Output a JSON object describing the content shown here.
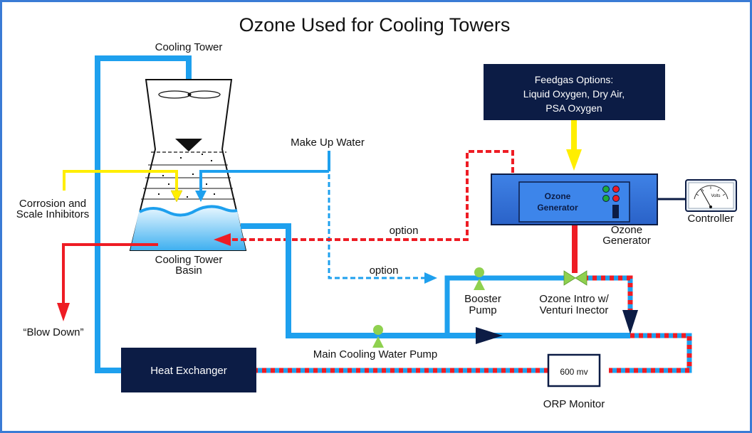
{
  "title": "Ozone Used for Cooling Towers",
  "labels": {
    "cooling_tower": "Cooling Tower",
    "make_up_water": "Make Up Water",
    "corrosion_line1": "Corrosion and",
    "corrosion_line2": "Scale Inhibitors",
    "basin_line1": "Cooling Tower",
    "basin_line2": "Basin",
    "blow_down": "“Blow Down”",
    "option_top": "option",
    "option_bottom": "option",
    "booster_line1": "Booster",
    "booster_line2": "Pump",
    "ozone_intro_line1": "Ozone Intro w/",
    "ozone_intro_line2": "Venturi Inector",
    "main_pump": "Main Cooling Water Pump",
    "heat_exchanger": "Heat Exchanger",
    "orp_value": "600 mv",
    "orp_monitor": "ORP Monitor",
    "controller": "Controller",
    "volts": "Volts",
    "ozone_gen_box_line1": "Ozone",
    "ozone_gen_box_line2": "Generator",
    "ozone_gen_line1": "Ozone",
    "ozone_gen_line2": "Generator",
    "feedgas_line1": "Feedgas Options:",
    "feedgas_line2": "Liquid Oxygen, Dry Air,",
    "feedgas_line3": "PSA Oxygen"
  },
  "colors": {
    "water_pipe": "#1ea0ee",
    "ozone_line": "#ee1c24",
    "inhibitor_line": "#ffee00",
    "navy_box": "#0c1c45",
    "generator_body": "#2f6fd6",
    "pump_green": "#8fd14f",
    "frame": "#3a7bd5"
  }
}
